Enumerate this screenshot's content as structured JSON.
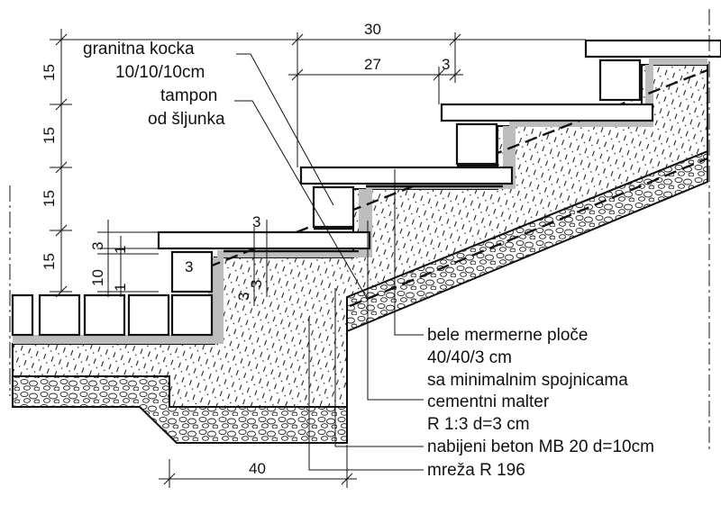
{
  "labels": {
    "granite_1": "granitna kocka",
    "granite_2": "10/10/10cm",
    "gravel_1": "tampon",
    "gravel_2": "od šljunka",
    "marble_1": "bele mermerne ploče",
    "marble_2": "40/40/3 cm",
    "marble_3": "sa minimalnim spojnicama",
    "mortar_1": "cementni malter",
    "mortar_2": "R 1:3 d=3 cm",
    "concrete": "nabijeni beton MB 20 d=10cm",
    "mesh": "mreža R 196"
  },
  "dimensions": {
    "tread_total": "30",
    "tread_net": "27",
    "tread_gap": "3",
    "riser_1": "15",
    "riser_2": "15",
    "riser_3": "15",
    "riser_4": "15",
    "slab_thk_a": "3",
    "slab_thk_b": "3",
    "small_10": "10",
    "small_3": "3",
    "small_1a": "1",
    "small_1b": "1",
    "block_3": "3",
    "mortar_3a": "3",
    "mortar_3b": "3",
    "bottom_40": "40"
  },
  "colors": {
    "line": "#111111",
    "mortar": "#bdbdbd",
    "background": "#ffffff"
  }
}
